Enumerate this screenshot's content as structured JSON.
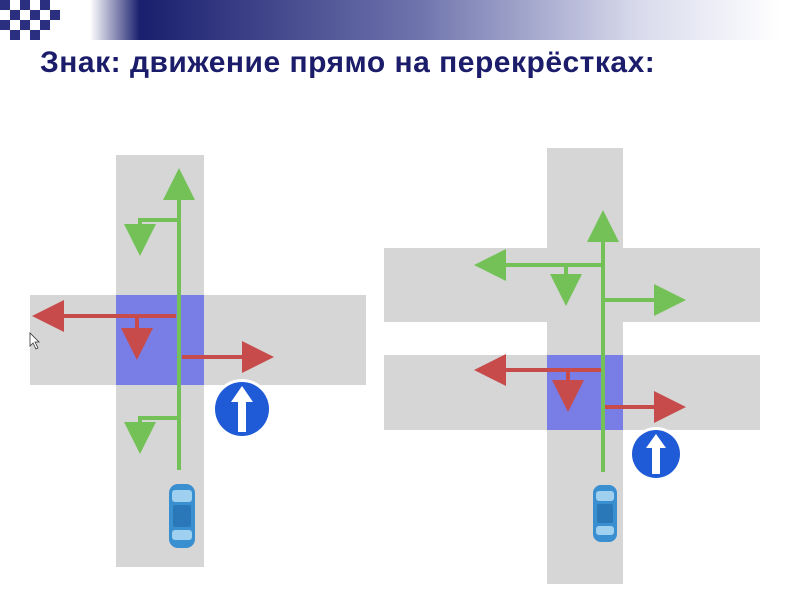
{
  "slide": {
    "title": "Знак: движение прямо на перекрёстках:"
  },
  "colors": {
    "road": "#d6d6d6",
    "intersection": "#6f74e8",
    "allowed_arrow": "#74c257",
    "forbidden_arrow": "#c84b4b",
    "sign": "#1f5bd6",
    "car": "#3a8fd1",
    "title": "#1b1c6a",
    "banner_dark": "#1a1f6e"
  },
  "signs": [
    {
      "name": "straight-only-sign",
      "meaning": "straight-only",
      "icon": "up-arrow"
    },
    {
      "name": "straight-only-sign",
      "meaning": "straight-only",
      "icon": "up-arrow"
    }
  ]
}
